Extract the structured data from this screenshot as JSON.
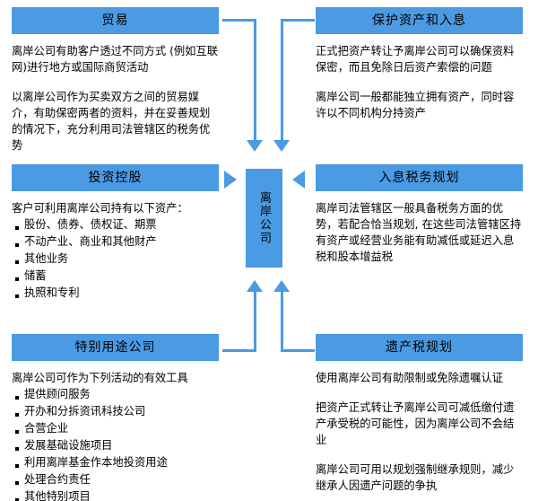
{
  "diagram": {
    "accent_color": "#4a9ae4",
    "center_node": {
      "label": "离岸公司"
    },
    "panels": [
      {
        "id": "trade",
        "title": "贸易",
        "paragraphs": [
          "离岸公司有助客户透过不同方式 (例如互联网)进行地方或国际商贸活动",
          "以离岸公司作为买卖双方之间的贸易媒介，有助保密两者的资料，并在妥善规划的情况下，充分利用司法管辖区的税务优势"
        ]
      },
      {
        "id": "asset-protection",
        "title": "保护资产和入息",
        "paragraphs": [
          "正式把资产转让予离岸公司可以确保资料保密，而且免除日后资产索偿的问题",
          "离岸公司一般都能独立拥有资产，同时容许以不同机构分持资产"
        ]
      },
      {
        "id": "investment-holding",
        "title": "投资控股",
        "intro": "客户可利用离岸公司持有以下资产：",
        "items": [
          "股份、债券、债权证、期票",
          "不动产业、商业和其他财产",
          "其他业务",
          "储蓄",
          "执照和专利"
        ]
      },
      {
        "id": "income-tax-planning",
        "title": "入息税务规划",
        "paragraphs": [
          "离岸司法管辖区一般具备税务方面的优势，若配合恰当规划, 在这些司法管辖区持有资产或经营业务能有助减低或延迟入息税和股本增益税"
        ]
      },
      {
        "id": "special-purpose",
        "title": "特别用途公司",
        "intro": "离岸公司可作为下列活动的有效工具",
        "items": [
          "提供顾问服务",
          "开办和分拆资讯科技公司",
          "合营企业",
          "发展基础设施项目",
          "利用离岸基金作本地投资用途",
          "处理合约责任",
          "其他特别项目"
        ]
      },
      {
        "id": "estate-tax-planning",
        "title": "遗产税规划",
        "paragraphs": [
          "使用离岸公司有助限制或免除遗嘱认证",
          "把资产正式转让予离岸公司可减低缴付遗产承受税的可能性，因为离岸公司不会结业",
          "离岸公司可用以规划强制继承规则，减少继承人因遗产问题的争执"
        ]
      }
    ]
  }
}
